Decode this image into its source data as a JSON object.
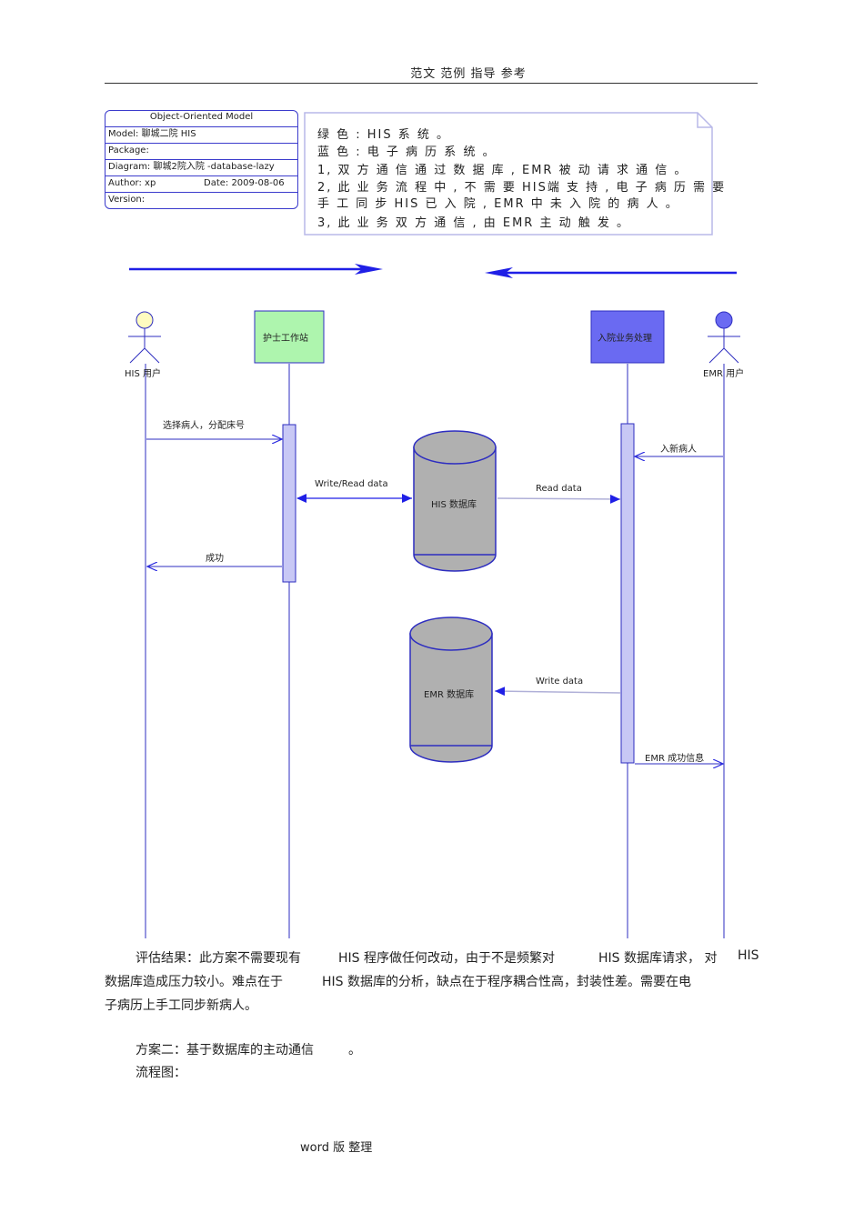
{
  "header": {
    "text": "范文  范例  指导    参考"
  },
  "model_box": {
    "title": "Object-Oriented Model",
    "model": "Model:  聊城二院 HIS",
    "package": "Package:",
    "diagram": "Diagram:   聊城2院入院 -database-lazy",
    "author": "Author: xp",
    "date": "Date: 2009-08-06",
    "version": "Version:"
  },
  "note": {
    "lines": [
      "绿 色 :  HIS 系 统 。",
      "蓝 色 :  电 子 病 历 系 统 。",
      "1,  双 方 通 信 通 过 数 据 库 ,  EMR 被 动 请 求 通 信 。",
      "2,  此 业 务 流 程 中 ,  不 需 要 HIS端 支 持 ,  电 子 病 历 需 要",
      "手 工 同 步 HIS 已 入 院 ,  EMR 中 未 入 院 的 病 人 。",
      "3,  此 业 务 双 方 通 信 ,  由 EMR 主 动 触 发 。"
    ]
  },
  "actors": {
    "his_user": "HIS 用户",
    "emr_user": "EMR 用户"
  },
  "objects": {
    "nurse_station": "护士工作站",
    "admission": "入院业务处理"
  },
  "databases": {
    "his_db": "HIS 数据库",
    "emr_db": "EMR 数据库"
  },
  "messages": {
    "select_patient": "选择病人，分配床号",
    "write_read": "Write/Read data",
    "success": "成功",
    "read_data": "Read data",
    "new_patient": "入新病人",
    "write_data": "Write data",
    "emr_success": "EMR 成功信息"
  },
  "body": {
    "line1_a": "评估结果：此方案不需要现有",
    "line1_b": "HIS 程序做任何改动，由于不是频繁对",
    "line1_c": "HIS 数据库请求，  对",
    "line1_d": "HIS",
    "line2_a": "数据库造成压力较小。难点在于",
    "line2_b": "HIS 数据库的分析，缺点在于程序耦合性高，封装性差。需要在电",
    "line3": "子病历上手工同步新病人。",
    "plan2_a": "方案二：基于数据库的主动通信",
    "plan2_b": "。",
    "flow": "流程图："
  },
  "footer": {
    "text": "word 版  整理"
  },
  "colors": {
    "his_green": "#aef5ae",
    "emr_blue": "#6a6af2",
    "line_blue": "#1f1fe6",
    "activation": "#c8c8f5",
    "db_gray": "#b0b0b0"
  }
}
